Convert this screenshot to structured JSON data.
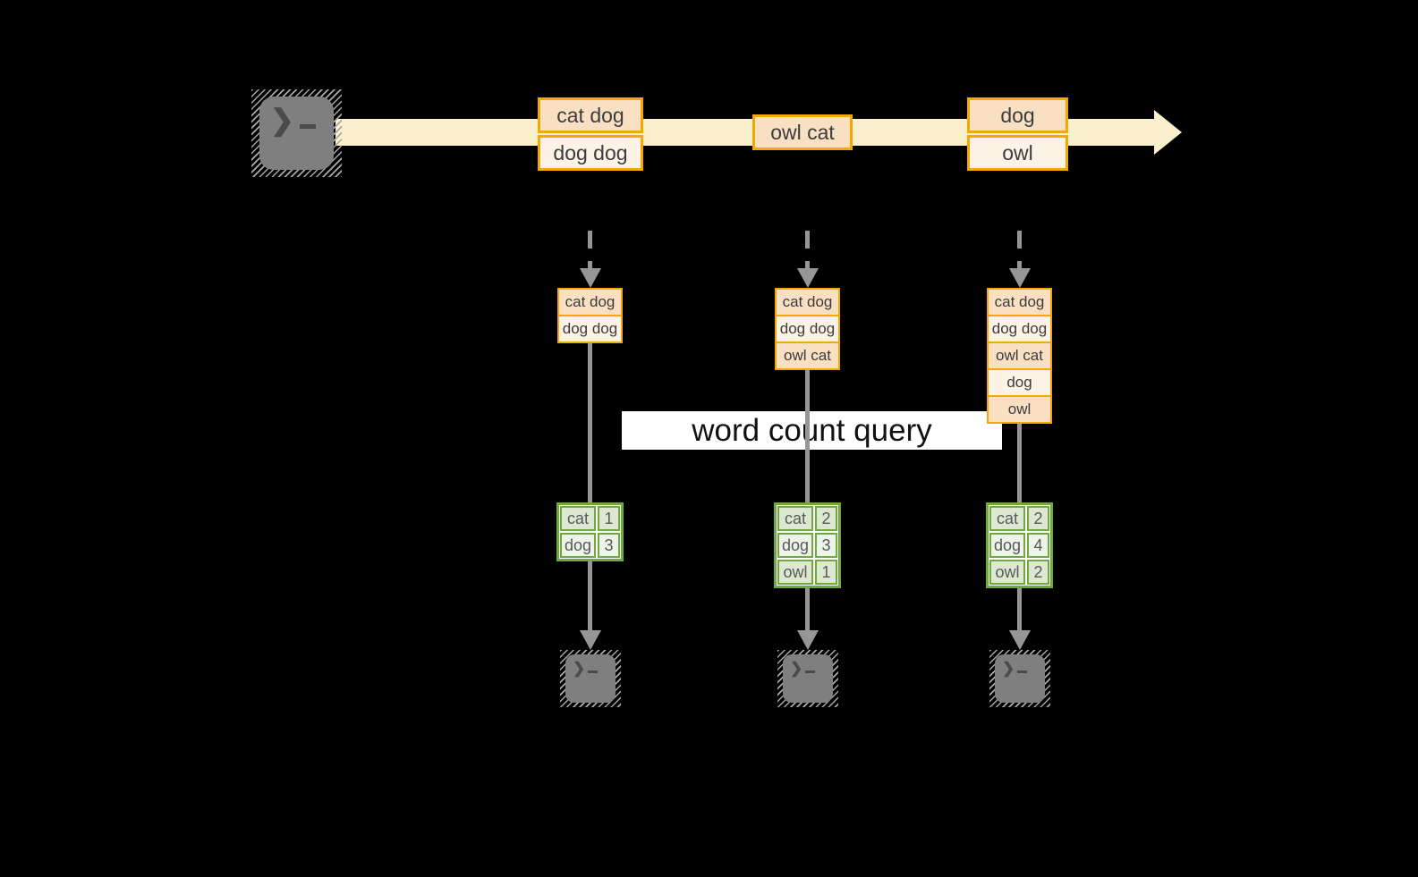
{
  "query_label": "word count query",
  "stream": {
    "batches": [
      {
        "rows": [
          "cat dog",
          "dog dog"
        ]
      },
      {
        "rows": [
          "owl cat"
        ]
      },
      {
        "rows": [
          "dog",
          "owl"
        ]
      }
    ]
  },
  "columns": [
    {
      "accumulated": [
        "cat dog",
        "dog dog"
      ],
      "counts": [
        {
          "word": "cat",
          "value": "1"
        },
        {
          "word": "dog",
          "value": "3"
        }
      ]
    },
    {
      "accumulated": [
        "cat dog",
        "dog dog",
        "owl cat"
      ],
      "counts": [
        {
          "word": "cat",
          "value": "2"
        },
        {
          "word": "dog",
          "value": "3"
        },
        {
          "word": "owl",
          "value": "1"
        }
      ]
    },
    {
      "accumulated": [
        "cat dog",
        "dog dog",
        "owl cat",
        "dog",
        "owl"
      ],
      "counts": [
        {
          "word": "cat",
          "value": "2"
        },
        {
          "word": "dog",
          "value": "4"
        },
        {
          "word": "owl",
          "value": "2"
        }
      ]
    }
  ],
  "icons": {
    "terminal_prompt_chevron": "❯"
  },
  "colors": {
    "band": "#faf0cd",
    "orange": "#f5a800",
    "peach-dark": "#fae0c3",
    "peach-light": "#fdf2e6",
    "green": "#72a93f",
    "green-cell-dark": "#dce8d2",
    "green-cell-light": "#eef3ea",
    "arrow-gray": "#969696",
    "terminal-gray": "#7f7f7f",
    "hatch-gray": "#a8a8a8",
    "text-dark": "#3c3c3c",
    "table-text": "#595959",
    "label-bg": "#ffffff",
    "label-text": "#111111"
  }
}
